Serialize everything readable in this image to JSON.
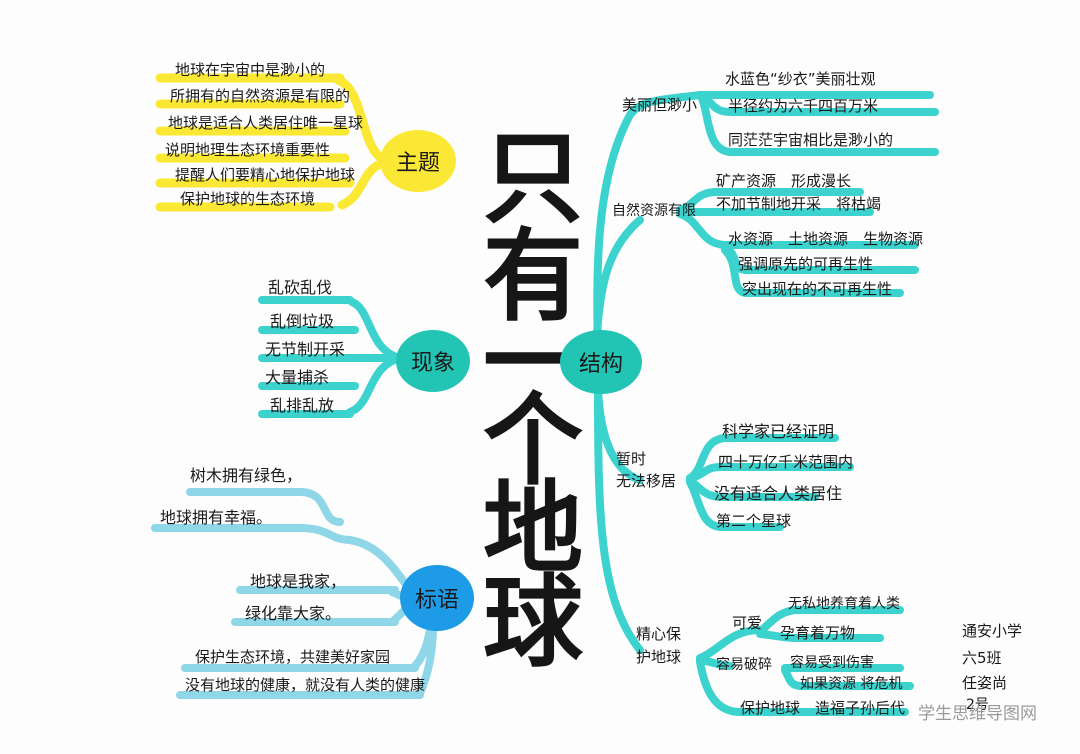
{
  "title_chars": [
    "只",
    "有",
    "一",
    "个",
    "地",
    "球"
  ],
  "theme": {
    "label": "主题",
    "lines": [
      "地球在宇宙中是渺小的",
      "所拥有的自然资源是有限的",
      "地球是适合人类居住唯一星球",
      "说明地理生态环境重要性",
      "提醒人们要精心地保护地球",
      "保护地球的生态环境"
    ]
  },
  "phenomena": {
    "label": "现象",
    "items": [
      "乱砍乱伐",
      "乱倒垃圾",
      "无节制开采",
      "大量捕杀",
      "乱排乱放"
    ]
  },
  "slogans": {
    "label": "标语",
    "items": [
      "树木拥有绿色，",
      "地球拥有幸福。",
      "地球是我家，",
      "绿化靠大家。",
      "保护生态环境，共建美好家园",
      "没有地球的健康，就没有人类的健康"
    ]
  },
  "structure": {
    "label": "结构",
    "branches": [
      {
        "label": "美丽但渺小",
        "items": [
          "水蓝色“纱衣”美丽壮观",
          "半径约为六千四百万米",
          "同茫茫宇宙相比是渺小的"
        ]
      },
      {
        "label": "自然资源有限",
        "items": [
          "矿产资源　形成漫长",
          "不加节制地开采　将枯竭",
          "水资源　土地资源　生物资源",
          "强调原先的可再生性",
          "突出现在的不可再生性"
        ]
      },
      {
        "label_lines": [
          "暂时",
          "无法移居"
        ],
        "items": [
          "科学家已经证明",
          "四十万亿千米范围内",
          "没有适合人类居住",
          "第二个星球"
        ]
      },
      {
        "label_lines": [
          "精心保",
          "护地球"
        ],
        "sub_a": "可爱",
        "sub_b": "容易破碎",
        "items": [
          "无私地养育着人类",
          "孕育着万物",
          "容易受到伤害",
          "如果资源 将危机"
        ],
        "footer": "保护地球　造福子孙后代"
      }
    ]
  },
  "signature": [
    "通安小学",
    "六5班",
    "任姿尚",
    "2号"
  ],
  "watermark": "学生思维导图网",
  "colors": {
    "cyan_branch": "#3cd3cf",
    "cyan_node": "#22c4b4",
    "light_blue": "#8fd6e8",
    "yellow": "#fbe834",
    "blue_node": "#1d9be6"
  }
}
